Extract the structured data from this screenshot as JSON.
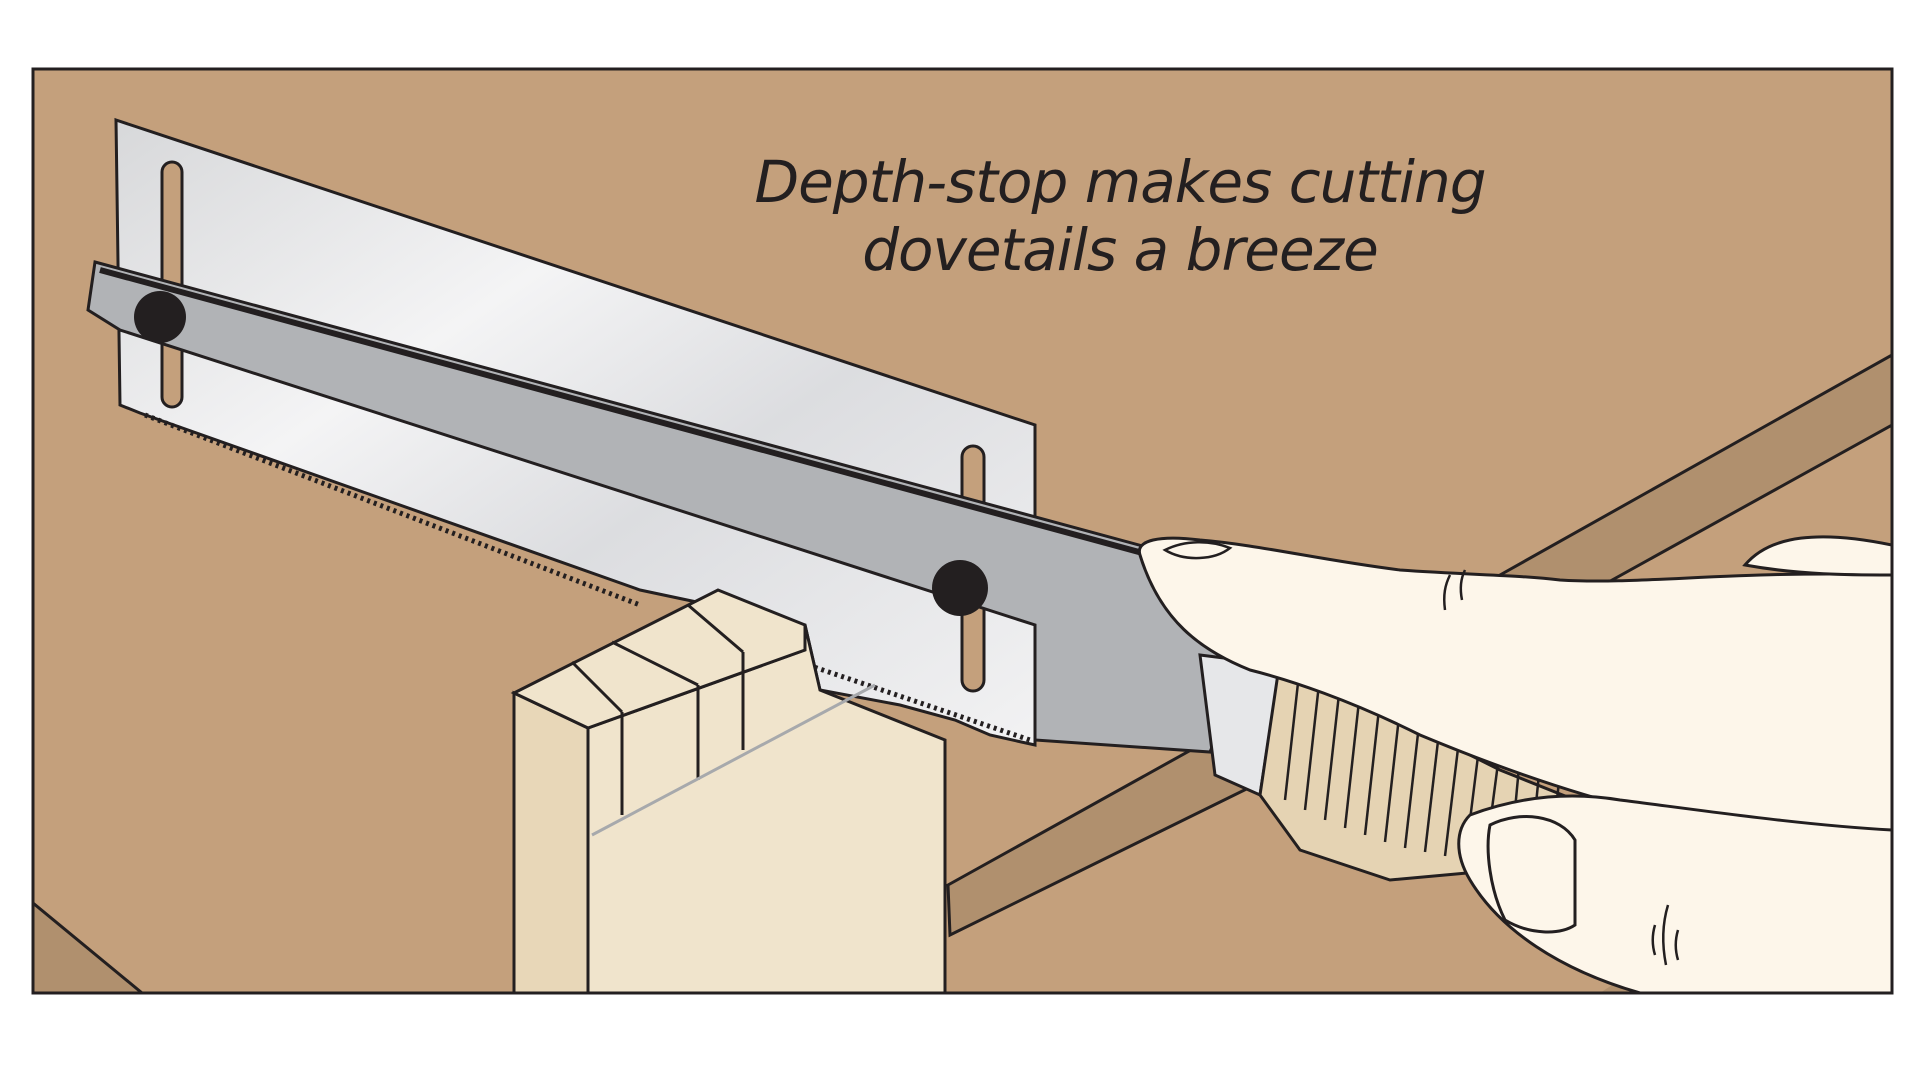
{
  "caption": {
    "line1": "Depth-stop makes cutting",
    "line2": "dovetails a breeze"
  },
  "colors": {
    "background": "#c4a07c",
    "rail": "#b0906e",
    "outline": "#231f20",
    "blade": "#e2e3e5",
    "spine": "#b1b3b6",
    "wood": "#f0e4cc",
    "wood_side": "#e8d7b8",
    "handle": "#e5d3b3",
    "ferrule": "#e6e7e9",
    "skin": "#fdf6ea",
    "knob": "#231f20"
  },
  "elements": {
    "saw": "Japanese pull saw (dozuki) with depth-stop bar",
    "workpiece": "board with dovetail layout lines",
    "hand": "hand gripping saw handle"
  }
}
